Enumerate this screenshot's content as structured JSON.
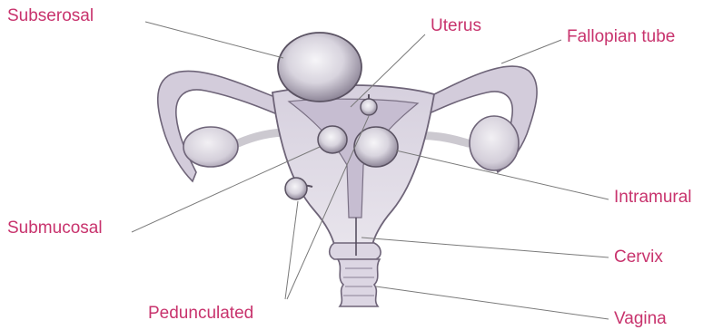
{
  "labels": {
    "subserosal": "Subserosal",
    "uterus": "Uterus",
    "fallopian_tube": "Fallopian tube",
    "intramural": "Intramural",
    "submucosal": "Submucosal",
    "cervix": "Cervix",
    "pedunculated": "Pedunculated",
    "vagina": "Vagina"
  },
  "colors": {
    "label_text": "#c8336d",
    "leader_line": "#7a7a7a",
    "tissue_fill": "#d9d3e0",
    "tissue_stroke": "#6e6478",
    "fibroid_fill": "#e4e2e8",
    "fibroid_stroke": "#5a5262"
  }
}
